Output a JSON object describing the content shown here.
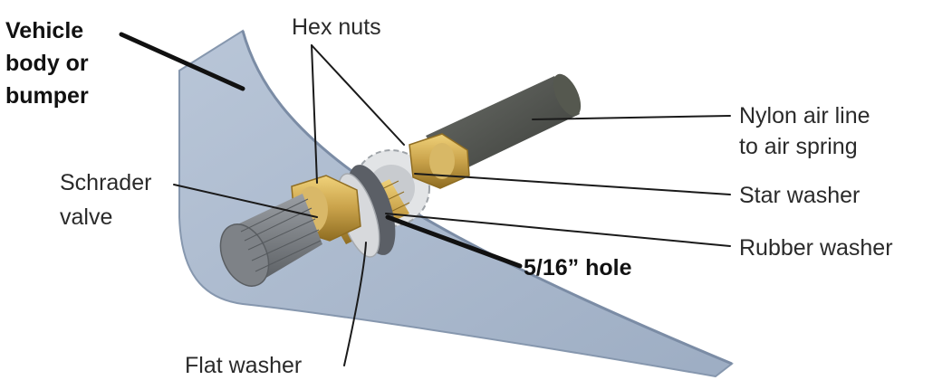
{
  "labels": {
    "vehicle_body": [
      "Vehicle",
      "body or",
      "bumper"
    ],
    "hex_nuts": "Hex nuts",
    "nylon_air_line": [
      "Nylon air line",
      "to air spring"
    ],
    "schrader_valve": [
      "Schrader",
      "valve"
    ],
    "star_washer": "Star washer",
    "rubber_washer": "Rubber washer",
    "hole": "5/16” hole",
    "flat_washer": "Flat washer"
  },
  "colors": {
    "panel": "#a9b7cb",
    "panel_edge": "#8697ae",
    "brass": "#c9a24a",
    "brass_dark": "#8f6d22",
    "valve_cap": "#6e7276",
    "air_line": "#4a4d48",
    "rubber": "#5b5f66",
    "star": "#e2e4e6"
  }
}
